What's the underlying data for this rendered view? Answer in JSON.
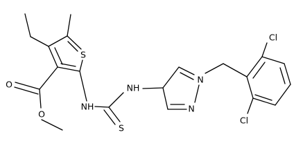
{
  "diagram": {
    "type": "chemical-structure",
    "background": "#ffffff",
    "line_color": "#000000",
    "atom_labels": {
      "o_ester_carbonyl": "O",
      "o_ester_methoxy": "O",
      "s_thiophene": "S",
      "nh_left": "NH",
      "nh_right": "NH",
      "s_thiourea": "S",
      "n_pyrazole_1": "N",
      "n_pyrazole_2": "N",
      "cl_top": "Cl",
      "cl_bottom": "Cl"
    }
  }
}
